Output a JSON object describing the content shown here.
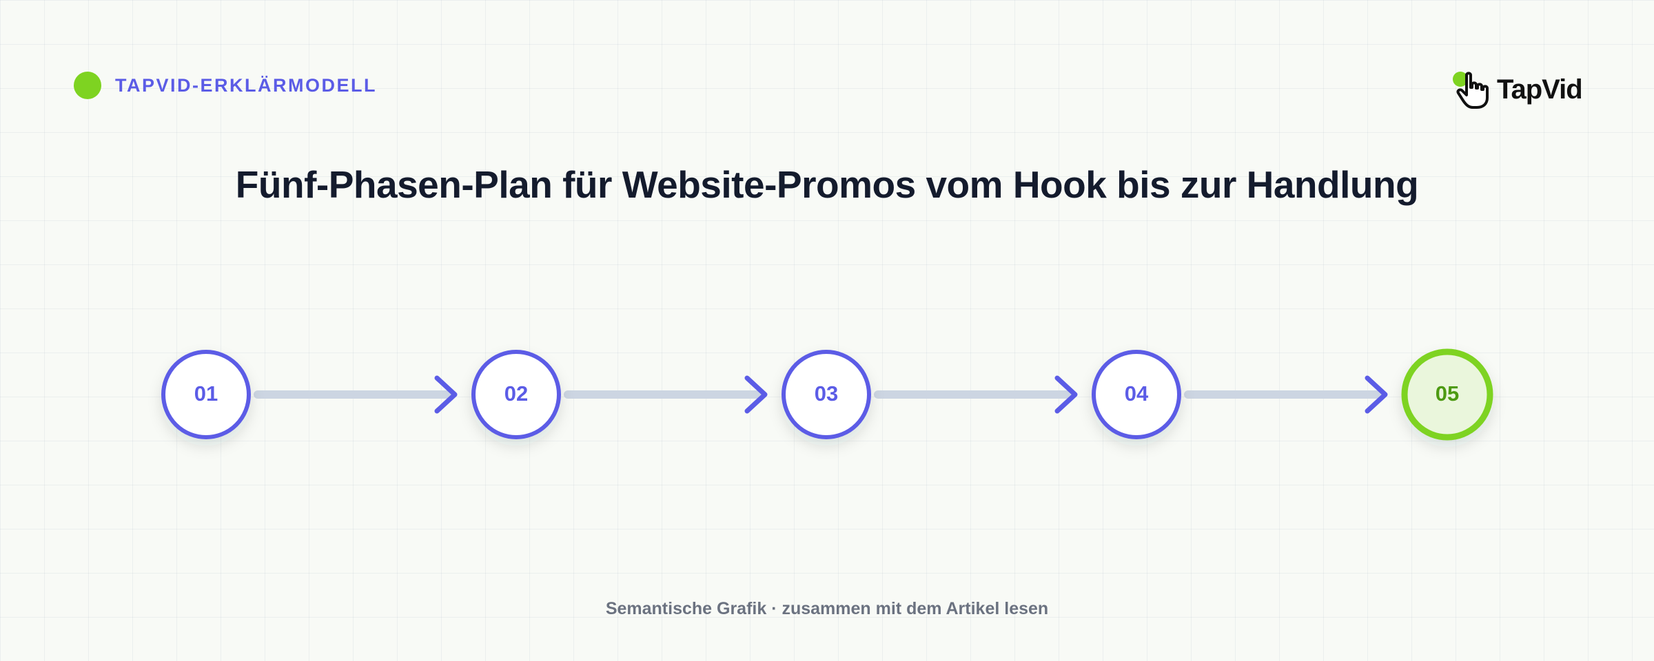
{
  "header": {
    "label": "TAPVID-ERKLÄRMODELL"
  },
  "logo": {
    "text": "TapVid",
    "icon": "pointer-hand-icon"
  },
  "title": "Fünf-Phasen-Plan für Website-Promos vom Hook bis zur Handlung",
  "steps": [
    {
      "label": "01",
      "highlighted": false
    },
    {
      "label": "02",
      "highlighted": false
    },
    {
      "label": "03",
      "highlighted": false
    },
    {
      "label": "04",
      "highlighted": false
    },
    {
      "label": "05",
      "highlighted": true
    }
  ],
  "footer": {
    "note": "Semantische Grafik · zusammen mit dem Artikel lesen"
  },
  "colors": {
    "background": "#f8faf6",
    "accent": "#5b5ce6",
    "highlight": "#7ed321",
    "highlight_text": "#4d9a12",
    "highlight_fill": "#eaf6dc",
    "connector": "#ccd5e2",
    "title": "#141b2d",
    "muted": "#6b7280"
  }
}
